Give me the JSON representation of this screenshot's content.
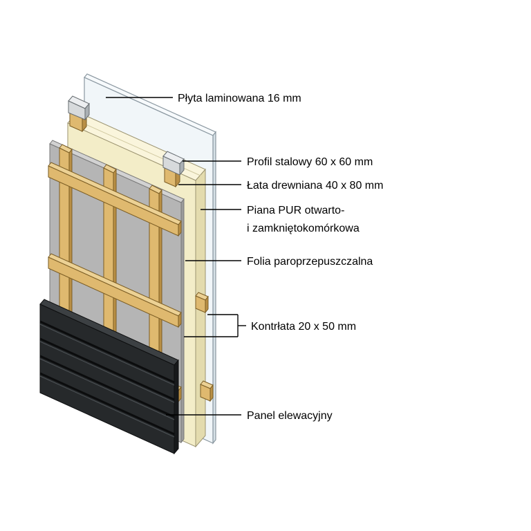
{
  "diagram": {
    "title": "Wall assembly exploded construction diagram",
    "labels": {
      "laminated_board": "Płyta laminowana 16 mm",
      "steel_profile": "Profil stalowy 60 x 60 mm",
      "wooden_batten": "Łata drewniana 40 x 80 mm",
      "pur_foam_line1": "Piana PUR otwarto-",
      "pur_foam_line2": "i zamkniętokomórkowa",
      "membrane": "Folia paroprzepuszczalna",
      "counter_batten": "Kontrłata 20 x 50 mm",
      "facade_panel": "Panel elewacyjny"
    },
    "colors": {
      "background": "#ffffff",
      "glass": "#f1f6f9",
      "glass_top": "#f7fafc",
      "glass_side": "#d6e1e7",
      "foam": "#f3edc8",
      "foam_top": "#faf5dc",
      "foam_side": "#e3dbae",
      "wood": "#dfb96f",
      "wood_top": "#ecd194",
      "wood_side": "#b98f45",
      "steel": "#d7dadc",
      "steel_top": "#eceef0",
      "steel_side": "#aab0b4",
      "membrane": "#b5b5b5",
      "membrane_top": "#d2d2d2",
      "membrane_side": "#9c9c9c",
      "panel": "#26292b",
      "panel_top": "#3c4043",
      "panel_side": "#17191b",
      "line": "#000000"
    }
  }
}
